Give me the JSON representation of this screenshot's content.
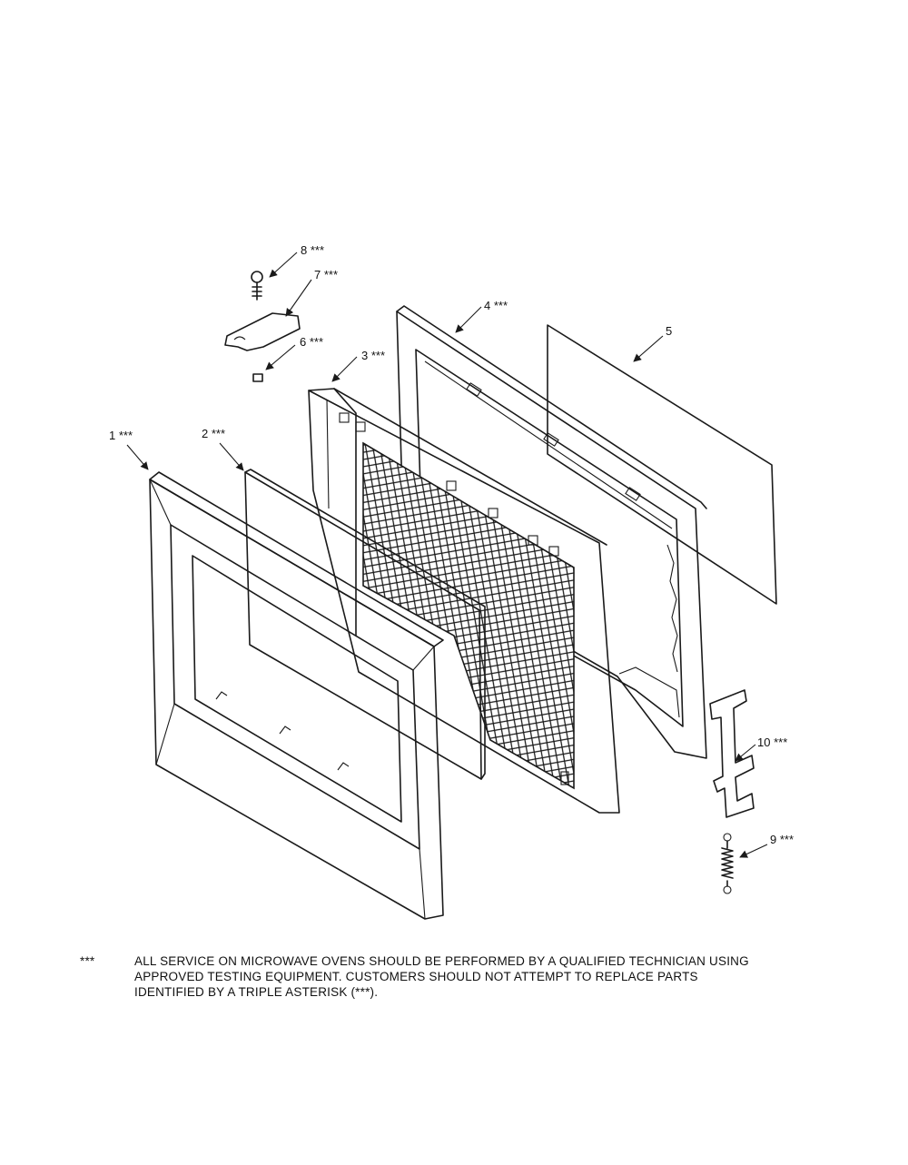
{
  "callouts": [
    {
      "id": "1",
      "label": "1 ***"
    },
    {
      "id": "2",
      "label": "2 ***"
    },
    {
      "id": "3",
      "label": "3 ***"
    },
    {
      "id": "4",
      "label": "4 ***"
    },
    {
      "id": "5",
      "label": "5"
    },
    {
      "id": "6",
      "label": "6 ***"
    },
    {
      "id": "7",
      "label": "7 ***"
    },
    {
      "id": "8",
      "label": "8 ***"
    },
    {
      "id": "9",
      "label": "9 ***"
    },
    {
      "id": "10",
      "label": "10 ***"
    }
  ],
  "footnote": {
    "marker": "***",
    "lines": [
      "ALL SERVICE ON MICROWAVE OVENS SHOULD BE PERFORMED BY A  QUALIFIED TECHNICIAN USING",
      "APPROVED TESTING EQUIPMENT.  CUSTOMERS SHOULD NOT ATTEMPT TO REPLACE PARTS",
      "IDENTIFIED BY A TRIPLE ASTERISK (***)."
    ]
  }
}
